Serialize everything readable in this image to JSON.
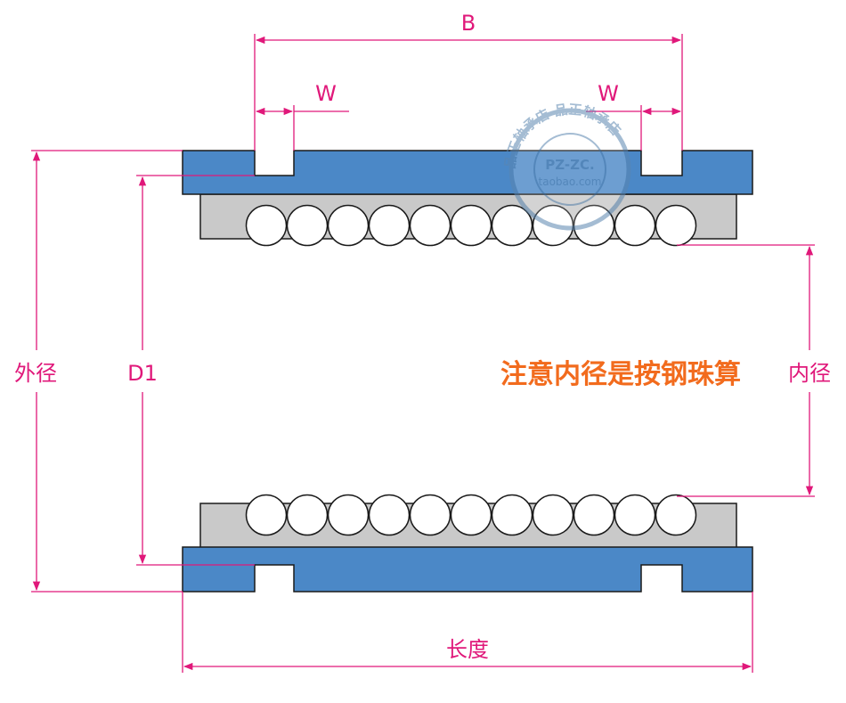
{
  "labels": {
    "B": "B",
    "W_left": "W",
    "W_right": "W",
    "outer_diameter": "外径",
    "D1": "D1",
    "inner_diameter": "内径",
    "length": "长度",
    "note": "注意内径是按钢珠算"
  },
  "watermark": {
    "ring_text": "品正轴承店 品正轴承店",
    "center_top": "PZ-ZC.",
    "center_bottom": "taobao.com"
  },
  "colors": {
    "housing_blue": "#4b88c7",
    "sleeve_gray": "#c9c9c9",
    "ball_fill": "#ffffff",
    "outline": "#1a1a1a",
    "dimension_magenta": "#e0187a",
    "note_orange": "#f26b1d",
    "watermark_blue": "#5b86b0"
  },
  "balls_per_row": 11
}
